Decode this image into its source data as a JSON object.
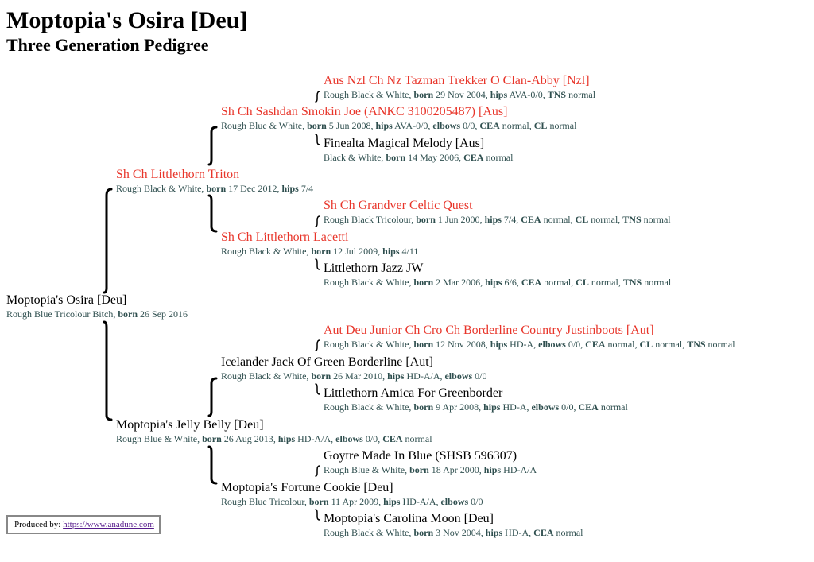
{
  "header": {
    "title": "Moptopia's Osira [Deu]",
    "subtitle": "Three Generation Pedigree"
  },
  "labels": {
    "born": "born",
    "hips": "hips",
    "elbows": "elbows",
    "cea": "CEA",
    "cl": "CL",
    "tns": "TNS"
  },
  "pedigree": {
    "subject": {
      "name": "Moptopia's Osira [Deu]",
      "desc": "Rough Blue Tricolour Bitch,",
      "born": "26 Sep 2016",
      "champion": false
    },
    "sire": {
      "name": "Sh Ch Littlethorn Triton",
      "desc": "Rough Black & White,",
      "born": "17 Dec 2012",
      "hips": "7/4",
      "champion": true
    },
    "sire_sire": {
      "name": "Sh Ch Sashdan Smokin Joe (ANKC 3100205487) [Aus]",
      "desc": "Rough Blue & White,",
      "born": "5 Jun 2008",
      "hips": "AVA-0/0",
      "elbows": "0/0",
      "cea": "normal",
      "cl": "normal",
      "champion": true
    },
    "sire_sire_sire": {
      "name": "Aus Nzl Ch Nz Tazman Trekker O Clan-Abby [Nzl]",
      "desc": "Rough Black & White,",
      "born": "29 Nov 2004",
      "hips": "AVA-0/0",
      "tns": "normal",
      "champion": true
    },
    "sire_sire_dam": {
      "name": "Finealta Magical Melody [Aus]",
      "desc": "Black & White,",
      "born": "14 May 2006",
      "cea": "normal",
      "champion": false
    },
    "sire_dam": {
      "name": "Sh Ch Littlethorn Lacetti",
      "desc": "Rough Black & White,",
      "born": "12 Jul 2009",
      "hips": "4/11",
      "champion": true
    },
    "sire_dam_sire": {
      "name": "Sh Ch Grandver Celtic Quest",
      "desc": "Rough Black Tricolour,",
      "born": "1 Jun 2000",
      "hips": "7/4",
      "cea": "normal",
      "cl": "normal",
      "tns": "normal",
      "champion": true
    },
    "sire_dam_dam": {
      "name": "Littlethorn Jazz JW",
      "desc": "Rough Black & White,",
      "born": "2 Mar 2006",
      "hips": "6/6",
      "cea": "normal",
      "cl": "normal",
      "tns": "normal",
      "champion": false
    },
    "dam": {
      "name": "Moptopia's Jelly Belly [Deu]",
      "desc": "Rough Blue & White,",
      "born": "26 Aug 2013",
      "hips": "HD-A/A",
      "elbows": "0/0",
      "cea": "normal",
      "champion": false
    },
    "dam_sire": {
      "name": "Icelander Jack Of Green Borderline [Aut]",
      "desc": "Rough Black & White,",
      "born": "26 Mar 2010",
      "hips": "HD-A/A",
      "elbows": "0/0",
      "champion": false
    },
    "dam_sire_sire": {
      "name": "Aut Deu Junior Ch Cro Ch Borderline Country Justinboots [Aut]",
      "desc": "Rough Black & White,",
      "born": "12 Nov 2008",
      "hips": "HD-A",
      "elbows": "0/0",
      "cea": "normal",
      "cl": "normal",
      "tns": "normal",
      "champion": true
    },
    "dam_sire_dam": {
      "name": "Littlethorn Amica For Greenborder",
      "desc": "Rough Black & White,",
      "born": "9 Apr 2008",
      "hips": "HD-A",
      "elbows": "0/0",
      "cea": "normal",
      "champion": false
    },
    "dam_dam": {
      "name": "Moptopia's Fortune Cookie [Deu]",
      "desc": "Rough Blue Tricolour,",
      "born": "11 Apr 2009",
      "hips": "HD-A/A",
      "elbows": "0/0",
      "champion": false
    },
    "dam_dam_sire": {
      "name": "Goytre Made In Blue (SHSB 596307)",
      "desc": "Rough Blue & White,",
      "born": "18 Apr 2000",
      "hips": "HD-A/A",
      "champion": false
    },
    "dam_dam_dam": {
      "name": "Moptopia's Carolina Moon [Deu]",
      "desc": "Rough Black & White,",
      "born": "3 Nov 2004",
      "hips": "HD-A",
      "cea": "normal",
      "champion": false
    }
  },
  "footer": {
    "produced_label": "Produced by:",
    "link_text": "https://www.anadune.com"
  },
  "colors": {
    "champion_name": "#e8352a",
    "details_text": "#2f4f4f",
    "link": "#551a8b"
  }
}
